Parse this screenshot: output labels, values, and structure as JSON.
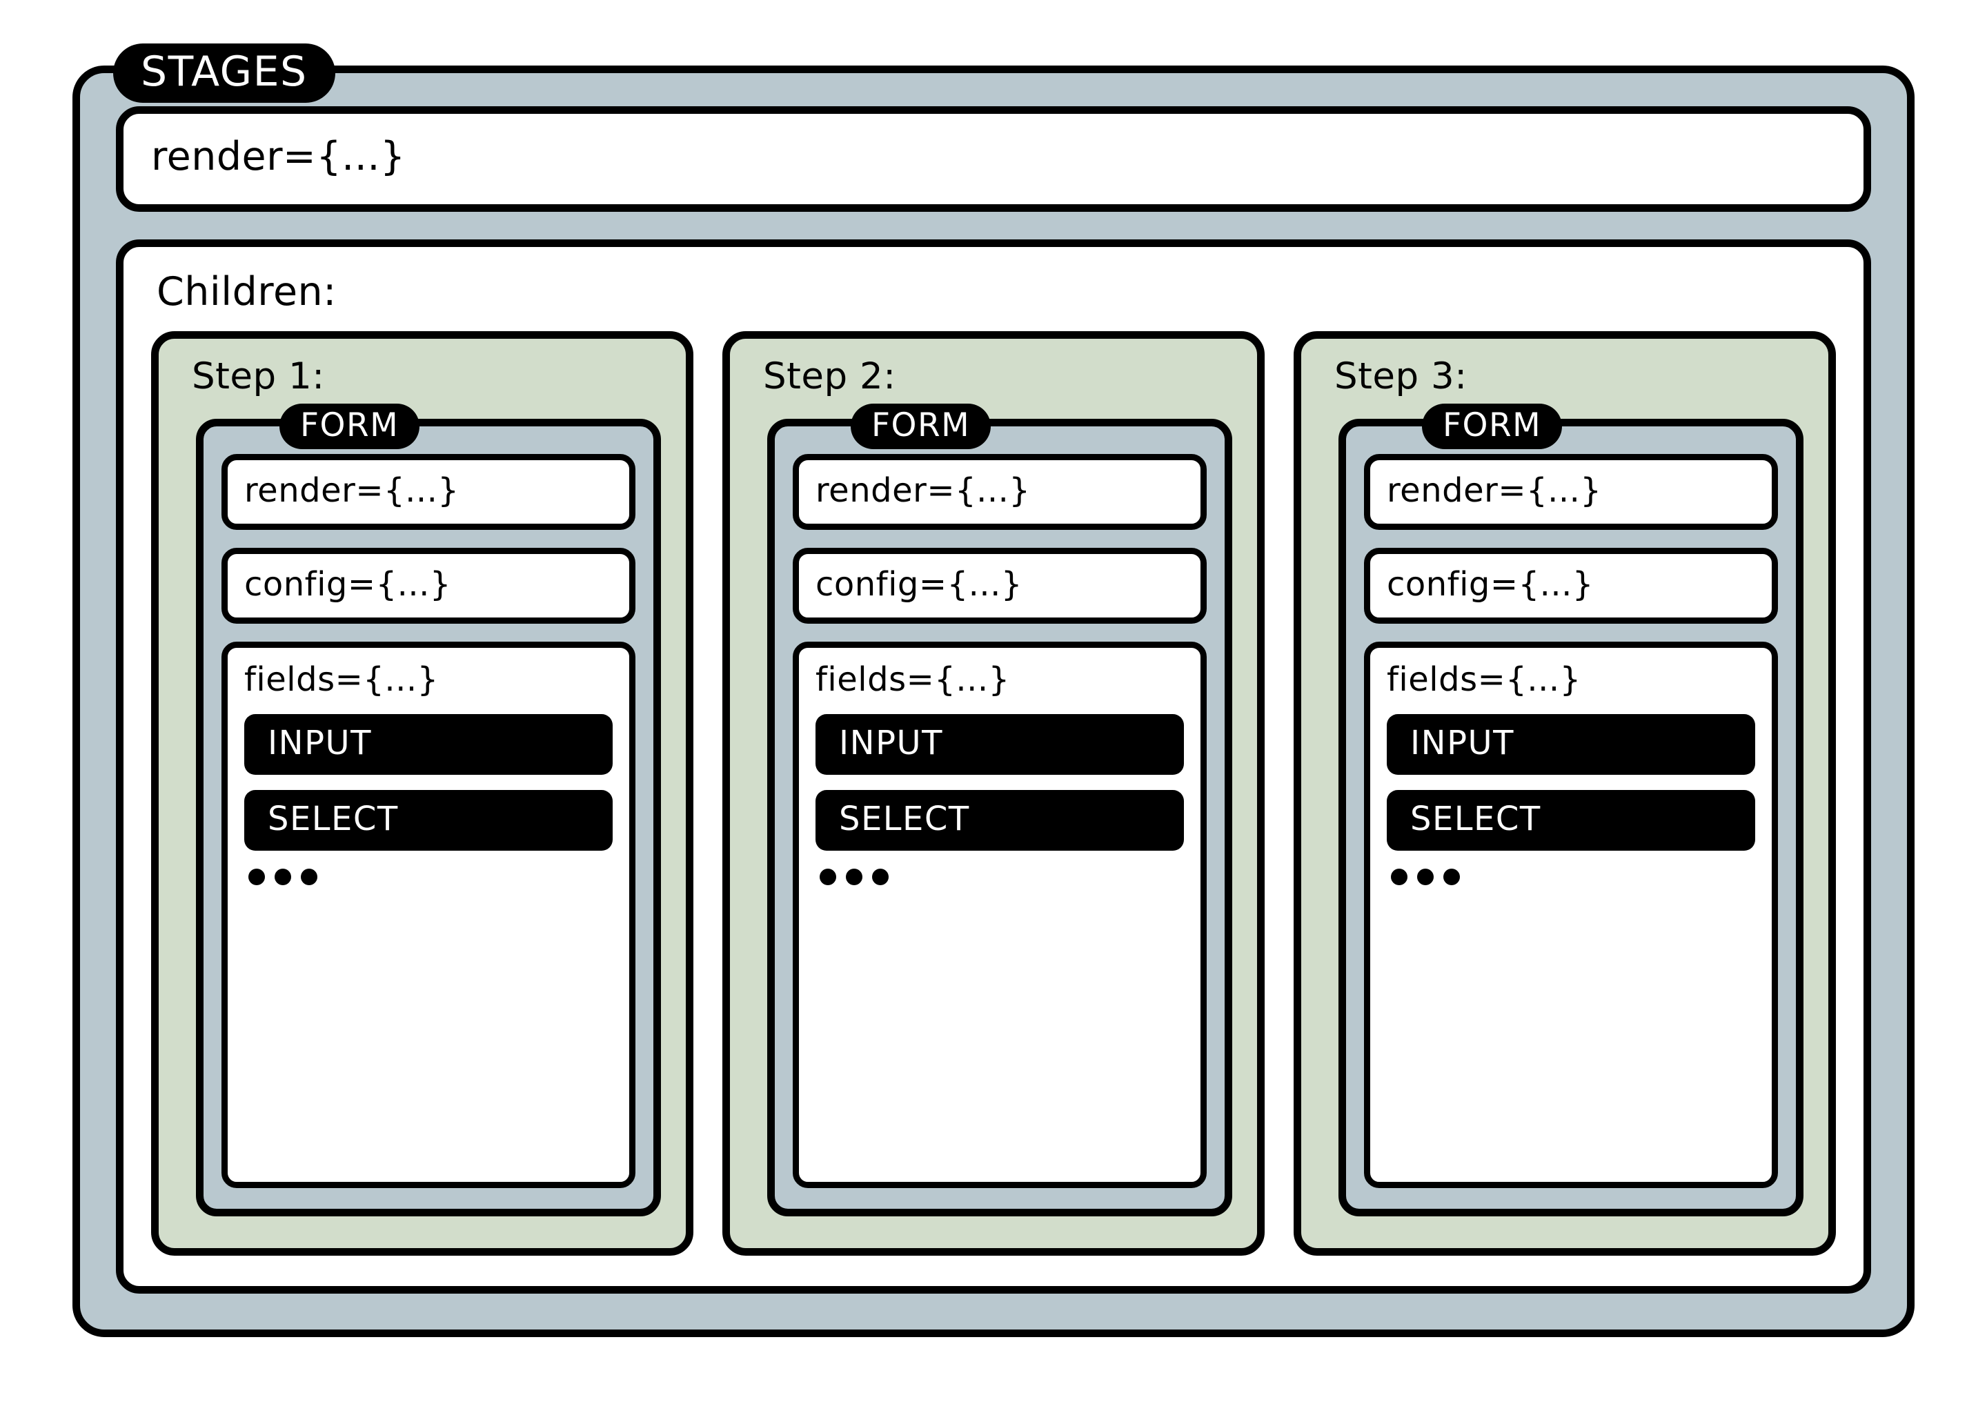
{
  "colors": {
    "outline": "#000000",
    "stages_fill": "#b9c8cf",
    "form_fill": "#b9c8cf",
    "step_fill": "#d2ddcb",
    "panel_fill": "#ffffff",
    "chip_fill": "#000000",
    "chip_text": "#ffffff"
  },
  "stages": {
    "tab_label": "STAGES",
    "render_prop": "render={...}",
    "children": {
      "label": "Children:",
      "steps": [
        {
          "label": "Step 1:",
          "form": {
            "tab_label": "FORM",
            "render_prop": "render={...}",
            "config_prop": "config={...}",
            "fields": {
              "label": "fields={...}",
              "chips": [
                "INPUT",
                "SELECT"
              ],
              "ellipsis": "•••"
            }
          }
        },
        {
          "label": "Step 2:",
          "form": {
            "tab_label": "FORM",
            "render_prop": "render={...}",
            "config_prop": "config={...}",
            "fields": {
              "label": "fields={...}",
              "chips": [
                "INPUT",
                "SELECT"
              ],
              "ellipsis": "•••"
            }
          }
        },
        {
          "label": "Step 3:",
          "form": {
            "tab_label": "FORM",
            "render_prop": "render={...}",
            "config_prop": "config={...}",
            "fields": {
              "label": "fields={...}",
              "chips": [
                "INPUT",
                "SELECT"
              ],
              "ellipsis": "•••"
            }
          }
        }
      ]
    }
  }
}
